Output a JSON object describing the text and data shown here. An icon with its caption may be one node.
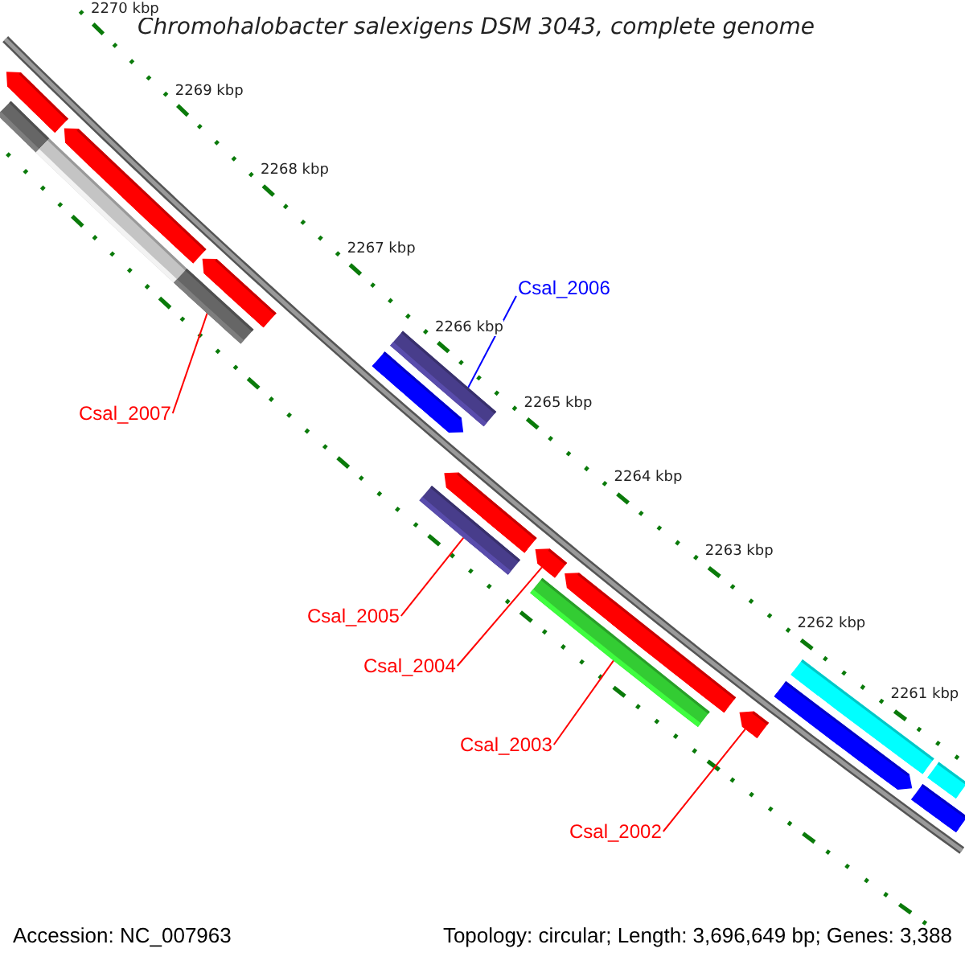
{
  "diagram": {
    "title": "Chromohalobacter salexigens DSM 3043, complete genome",
    "nodes": [
      {
        "text": [
          "Csal_2006"
        ]
      },
      {
        "text": [],
        "shape": "bar"
      },
      {
        "text": [
          "Csal_2007"
        ]
      },
      {
        "text": [],
        "shape": "bar"
      },
      {
        "text": [
          "Csal_2005"
        ]
      },
      {
        "text": [],
        "shape": "bar"
      },
      {
        "text": [
          "Csal_2004"
        ]
      },
      {
        "text": [],
        "shape": "bar"
      },
      {
        "text": [
          "Csal_2003"
        ]
      },
      {
        "text": [],
        "shape": "bar"
      },
      {
        "text": [
          "Csal_2002"
        ]
      },
      {
        "text": [],
        "shape": "bar"
      }
    ],
    "edges": [
      {
        "from": 0,
        "to": 1,
        "arrow": "none",
        "color": "#0000ff"
      },
      {
        "from": 2,
        "to": 3,
        "arrow": "none"
      },
      {
        "from": 4,
        "to": 5,
        "arrow": "none"
      },
      {
        "from": 6,
        "to": 7,
        "arrow": "none"
      },
      {
        "from": 8,
        "to": 9,
        "arrow": "none"
      },
      {
        "from": 10,
        "to": 11,
        "arrow": "none"
      }
    ],
    "labels": [
      "2270 kbp",
      "2269 kbp",
      "2268 kbp",
      "2267 kbp",
      "2266 kbp",
      "2265 kbp",
      "2264 kbp",
      "2263 kbp",
      "2262 kbp",
      "2261 kbp",
      "Accession: NC_007963",
      "Topology: circular; Length: 3,696,649 bp; Genes: 3,388"
    ]
  }
}
